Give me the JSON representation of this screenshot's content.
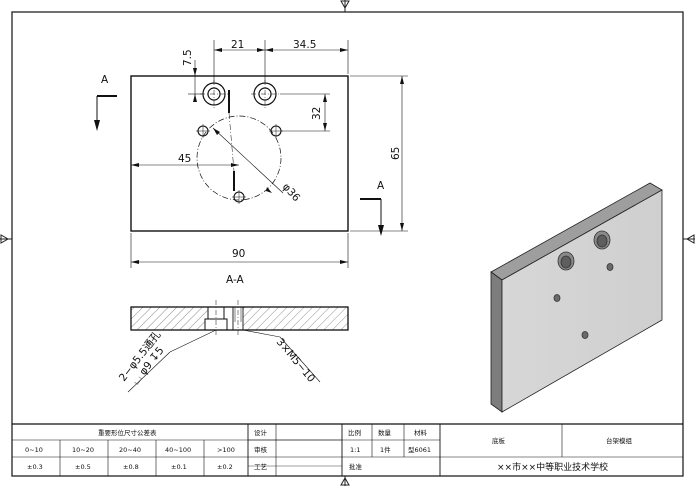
{
  "drawing": {
    "top_view": {
      "dims": {
        "d7_5": "7.5",
        "d21": "21",
        "d34_5": "34.5",
        "d32": "32",
        "d45": "45",
        "d65": "65",
        "d90": "90",
        "dia36": "φ36"
      },
      "section_mark_left": "A",
      "section_mark_right": "A"
    },
    "section_view": {
      "title": "A-A",
      "note_holes": "2−φ5.5通孔",
      "note_counterbore": "⌴ φ9 ↧5",
      "note_thread": "3×M5−10"
    }
  },
  "title_block": {
    "tolerance_title": "重要形位尺寸公差表",
    "ranges": [
      "0~10",
      "10~20",
      "20~40",
      "40~100",
      ">100"
    ],
    "tolerances": [
      "±0.3",
      "±0.5",
      "±0.8",
      "±0.1",
      "±0.2"
    ],
    "roles": [
      "设计",
      "审核",
      "工艺",
      "批准"
    ],
    "headers": {
      "scale": "比例",
      "qty": "数量",
      "material": "材料"
    },
    "values": {
      "scale": "1:1",
      "qty": "1件",
      "material": "型6061"
    },
    "part_name": "底板",
    "assembly_name": "台架模组",
    "school": "××市××中等职业技术学校"
  }
}
